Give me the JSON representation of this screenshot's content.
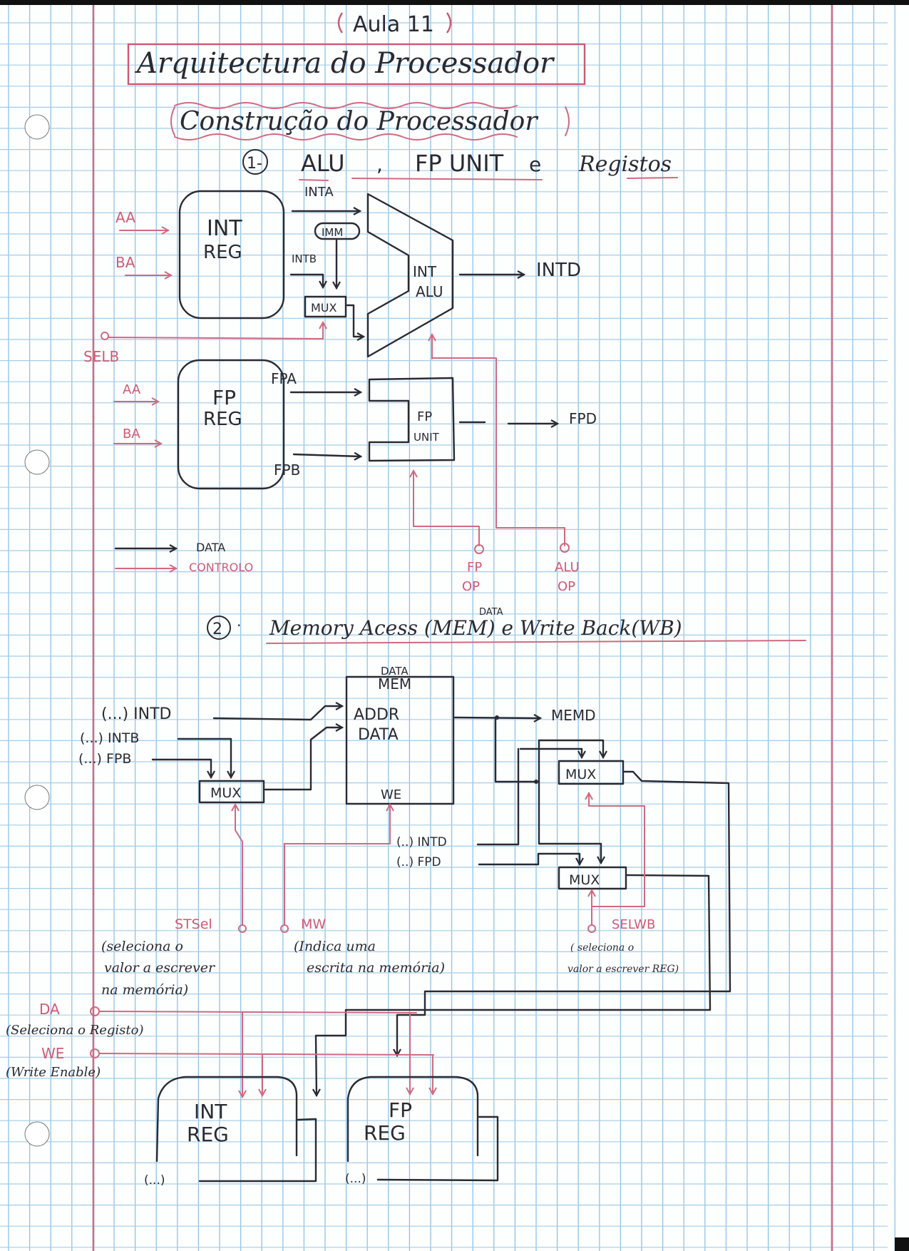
{
  "header": {
    "lesson": "Aula 11",
    "title": "Arquitectura do Processador",
    "subtitle": "Construção do Processador"
  },
  "section1": {
    "number": "1-",
    "title_parts": [
      "ALU",
      ",",
      "FP UNIT",
      "e",
      "Registos"
    ],
    "int_reg": {
      "line1": "INT",
      "line2": "REG"
    },
    "fp_reg": {
      "line1": "FP",
      "line2": "REG"
    },
    "int_alu": {
      "line1": "INT",
      "line2": "ALU"
    },
    "fp_unit": {
      "line1": "FP",
      "line2": "UNIT"
    },
    "mux": "MUX",
    "imm": "IMM",
    "signals": {
      "inta": "INTA",
      "intb": "INTB",
      "intd": "INTD",
      "fpa": "FPA",
      "fpb": "FPB",
      "fpd": "FPD",
      "aa": "AA",
      "ba": "BA",
      "selb": "SELB",
      "fp_op": [
        "FP",
        "OP"
      ],
      "alu_op": [
        "ALU",
        "OP"
      ]
    },
    "legend": [
      {
        "label": "DATA",
        "color": "#2a2a33"
      },
      {
        "label": "CONTROLO",
        "color": "#d05a74"
      }
    ]
  },
  "section2": {
    "number": "2",
    "title": "Memory Acess (MEM) e Write Back(WB)",
    "title_above": "DATA",
    "data_mem": {
      "caption": "DATA",
      "title": "MEM",
      "addr": "ADDR",
      "data": "DATA",
      "we": "WE"
    },
    "inputs": [
      "(...) INTD",
      "(...) INTB",
      "(...) FPB"
    ],
    "mux": "MUX",
    "memd": "MEMD",
    "wb_inputs": [
      "(..) INTD",
      "(..) FPD"
    ],
    "controls": {
      "stsel": {
        "label": "STSel",
        "note": [
          "(seleciona o",
          "valor a escrever",
          "na memória)"
        ]
      },
      "mw": {
        "label": "MW",
        "note": [
          "(Indica uma",
          "escrita na memória)"
        ]
      },
      "selwb": {
        "label": "SELWB",
        "note": [
          "( seleciona o",
          "valor a escrever REG)"
        ]
      },
      "da": {
        "label": "DA",
        "note": "(Seleciona o Registo)"
      },
      "we": {
        "label": "WE",
        "note": "(Write Enable)"
      }
    },
    "int_reg": {
      "line1": "INT",
      "line2": "REG",
      "ellipsis": "(...)"
    },
    "fp_reg": {
      "line1": "FP",
      "line2": "REG",
      "ellipsis": "(...)"
    }
  }
}
